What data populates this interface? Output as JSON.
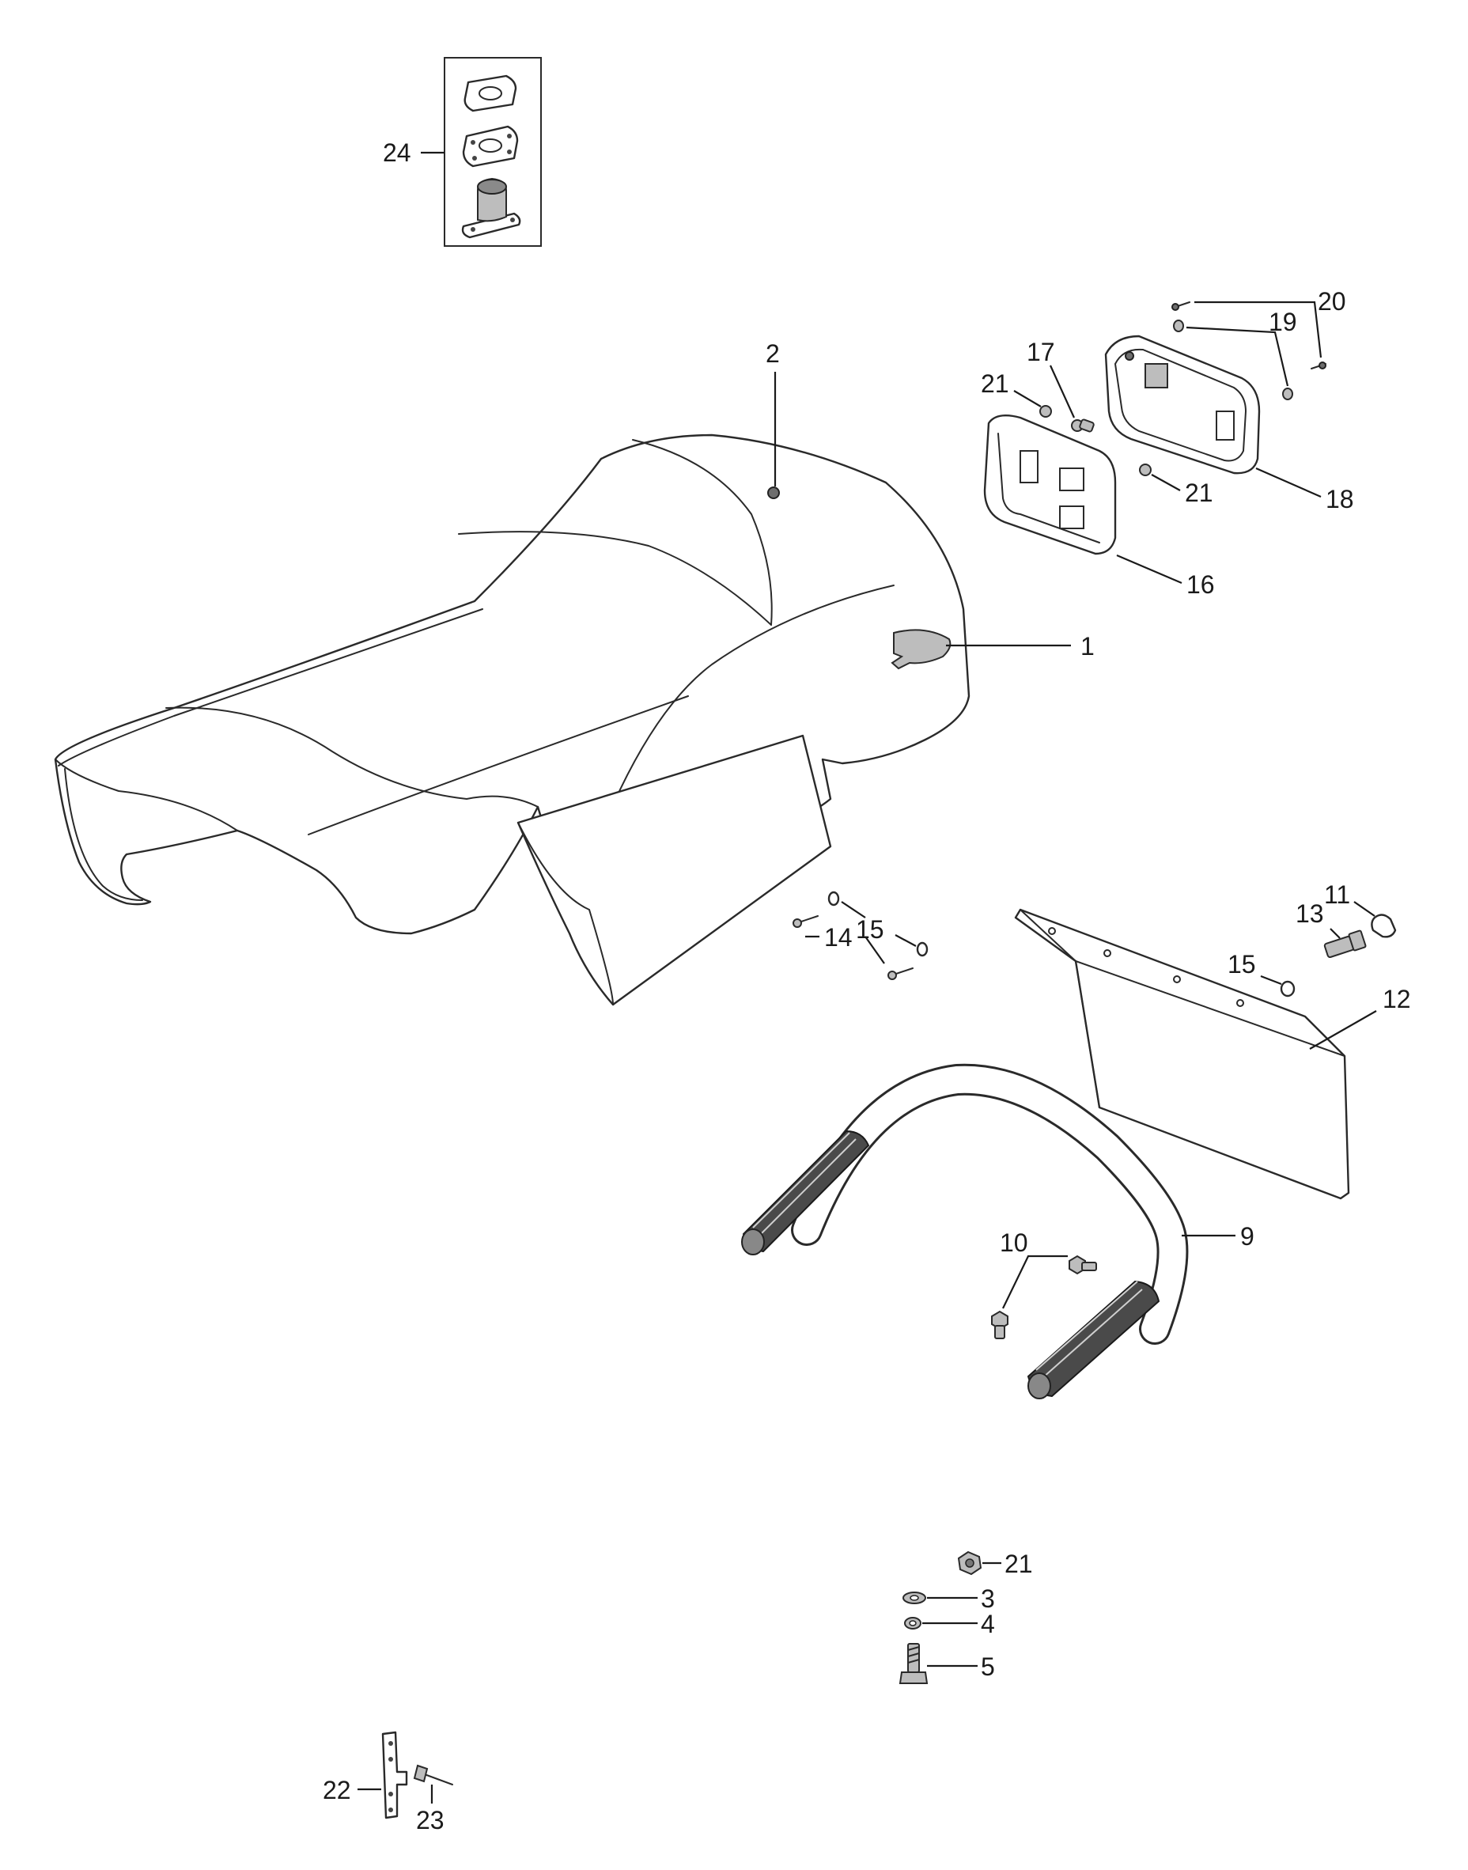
{
  "callouts": {
    "c1": "1",
    "c2": "2",
    "c3": "3",
    "c4": "4",
    "c5": "5",
    "c9": "9",
    "c10": "10",
    "c11": "11",
    "c12": "12",
    "c13": "13",
    "c14": "14",
    "c15a": "15",
    "c15b": "15",
    "c16": "16",
    "c17": "17",
    "c18": "18",
    "c19": "19",
    "c20": "20",
    "c21a": "21",
    "c21b": "21",
    "c21c": "21",
    "c22": "22",
    "c23": "23",
    "c24": "24"
  },
  "colors": {
    "line": "#2a2a2a",
    "background": "#ffffff"
  }
}
